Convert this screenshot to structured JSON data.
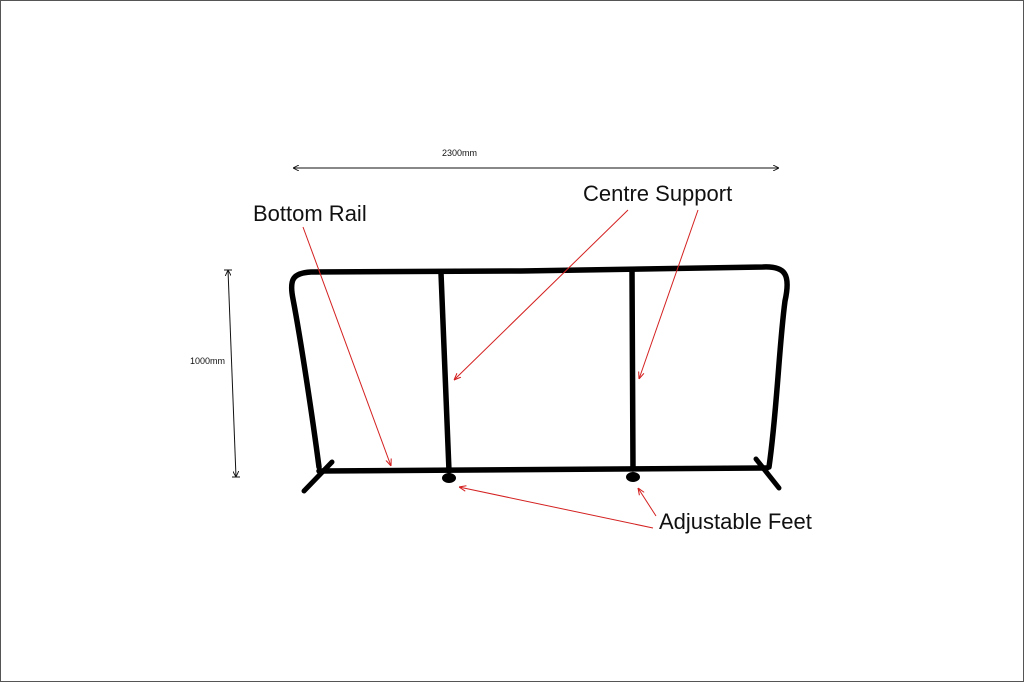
{
  "diagram": {
    "dimensions": {
      "width": "2300mm",
      "height": "1000mm"
    },
    "callouts": {
      "bottom_rail": "Bottom Rail",
      "centre_support": "Centre Support",
      "adjustable_feet": "Adjustable Feet"
    },
    "colors": {
      "frame": "#000000",
      "leader": "#d42020",
      "dimension": "#111111"
    }
  }
}
